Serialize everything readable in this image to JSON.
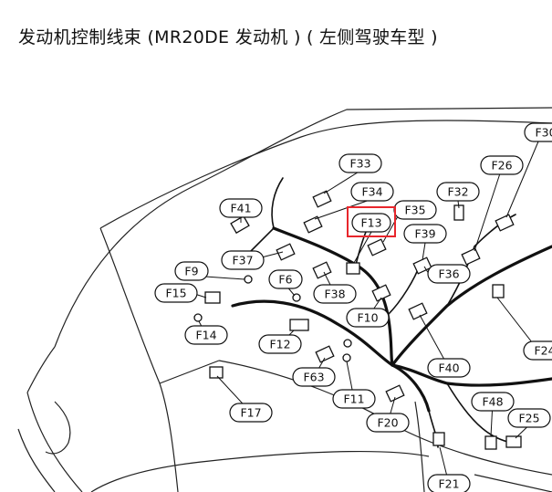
{
  "title": "发动机控制线束 (MR20DE 发动机 ) ( 左侧驾驶车型 )",
  "colors": {
    "highlight": "#e8262c",
    "line": "#111111"
  },
  "connectors": [
    {
      "id": "F33"
    },
    {
      "id": "F34"
    },
    {
      "id": "F35"
    },
    {
      "id": "F13",
      "highlight": true
    },
    {
      "id": "F32"
    },
    {
      "id": "F26"
    },
    {
      "id": "F30"
    },
    {
      "id": "F41"
    },
    {
      "id": "F39"
    },
    {
      "id": "F37"
    },
    {
      "id": "F36"
    },
    {
      "id": "F9"
    },
    {
      "id": "F6"
    },
    {
      "id": "F38"
    },
    {
      "id": "F15"
    },
    {
      "id": "F10"
    },
    {
      "id": "F14"
    },
    {
      "id": "F12"
    },
    {
      "id": "F24"
    },
    {
      "id": "F40"
    },
    {
      "id": "F63"
    },
    {
      "id": "F11"
    },
    {
      "id": "F48"
    },
    {
      "id": "F17"
    },
    {
      "id": "F25"
    },
    {
      "id": "F20"
    },
    {
      "id": "F21"
    }
  ]
}
